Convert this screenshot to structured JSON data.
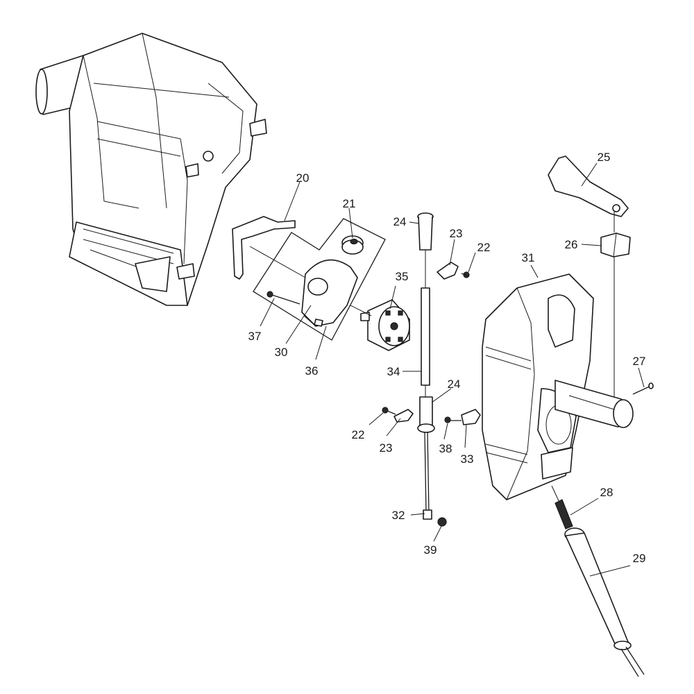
{
  "labels": {
    "l20": "20",
    "l21": "21",
    "l24a": "24",
    "l23a": "23",
    "l22a": "22",
    "l25": "25",
    "l26": "26",
    "l31": "31",
    "l35": "35",
    "l37": "37",
    "l30": "30",
    "l36": "36",
    "l34": "34",
    "l24b": "24",
    "l27": "27",
    "l22b": "22",
    "l23b": "23",
    "l38": "38",
    "l33": "33",
    "l28": "28",
    "l32": "32",
    "l39": "39",
    "l29": "29"
  },
  "colors": {
    "ink": "#1a1a1a",
    "fill": "#ffffff",
    "shade": "#2b2b2b"
  }
}
